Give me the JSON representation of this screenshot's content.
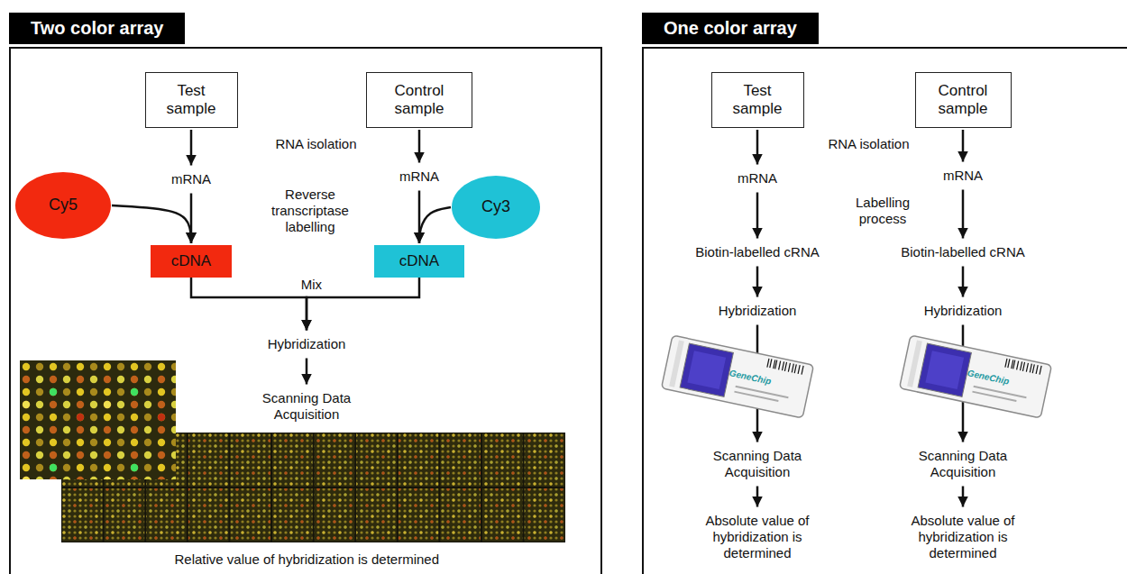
{
  "diagram": {
    "nodes": [
      {
        "text": [
          "Two color array"
        ]
      },
      {
        "text": [
          "Test sample"
        ],
        "in": 0
      },
      {
        "text": [
          "Control sample"
        ],
        "in": 0
      },
      {
        "text": [
          "mRNA"
        ],
        "in": 0
      },
      {
        "text": [
          "mRNA"
        ],
        "in": 0
      },
      {
        "text": [
          "Cy5"
        ],
        "in": 0
      },
      {
        "text": [
          "Cy3"
        ],
        "in": 0
      },
      {
        "text": [
          "cDNA"
        ],
        "in": 0
      },
      {
        "text": [
          "cDNA"
        ],
        "in": 0
      },
      {
        "text": [
          "Hybridization"
        ],
        "in": 0
      },
      {
        "text": [
          "Scanning Data Acquisition"
        ],
        "in": 0
      },
      {
        "text": [
          "One color array"
        ]
      },
      {
        "text": [
          "Test sample"
        ],
        "in": 11
      },
      {
        "text": [
          "Control sample"
        ],
        "in": 11
      },
      {
        "text": [
          "mRNA"
        ],
        "in": 11
      },
      {
        "text": [
          "mRNA"
        ],
        "in": 11
      },
      {
        "text": [
          "Biotin-labelled cRNA"
        ],
        "in": 11
      },
      {
        "text": [
          "Biotin-labelled cRNA"
        ],
        "in": 11
      },
      {
        "text": [
          "Hybridization"
        ],
        "in": 11
      },
      {
        "text": [
          "Hybridization"
        ],
        "in": 11
      },
      {
        "text": [
          "Scanning Data Acquisition"
        ],
        "in": 11
      },
      {
        "text": [
          "Scanning Data Acquisition"
        ],
        "in": 11
      },
      {
        "text": [
          "Absolute value of hybridization is determined"
        ],
        "in": 11
      },
      {
        "text": [
          "Absolute value of hybridization is determined"
        ],
        "in": 11
      }
    ],
    "edges": [
      {
        "from": 1,
        "to": 3,
        "arrow": "to"
      },
      {
        "from": 2,
        "to": 4,
        "arrow": "to"
      },
      {
        "from": 3,
        "to": 7,
        "arrow": "to"
      },
      {
        "from": 5,
        "to": 7,
        "arrow": "to"
      },
      {
        "from": 4,
        "to": 8,
        "arrow": "to"
      },
      {
        "from": 6,
        "to": 8,
        "arrow": "to"
      },
      {
        "from": 7,
        "to": 9,
        "arrow": "to"
      },
      {
        "from": 8,
        "to": 9,
        "arrow": "to"
      },
      {
        "from": 9,
        "to": 10,
        "arrow": "to"
      },
      {
        "from": 12,
        "to": 14,
        "arrow": "to"
      },
      {
        "from": 13,
        "to": 15,
        "arrow": "to"
      },
      {
        "from": 14,
        "to": 16,
        "arrow": "to"
      },
      {
        "from": 15,
        "to": 17,
        "arrow": "to"
      },
      {
        "from": 16,
        "to": 18,
        "arrow": "to"
      },
      {
        "from": 17,
        "to": 19,
        "arrow": "to"
      },
      {
        "from": 18,
        "to": 20,
        "arrow": "to"
      },
      {
        "from": 19,
        "to": 21,
        "arrow": "to"
      },
      {
        "from": 20,
        "to": 22,
        "arrow": "to"
      },
      {
        "from": 21,
        "to": 23,
        "arrow": "to"
      }
    ],
    "labels": [
      "RNA isolation",
      "Reverse transcriptase labelling",
      "Mix",
      "Relative value of hybridization is determined",
      "RNA isolation",
      "Labelling process",
      "GeneChip",
      "GeneChip"
    ]
  }
}
